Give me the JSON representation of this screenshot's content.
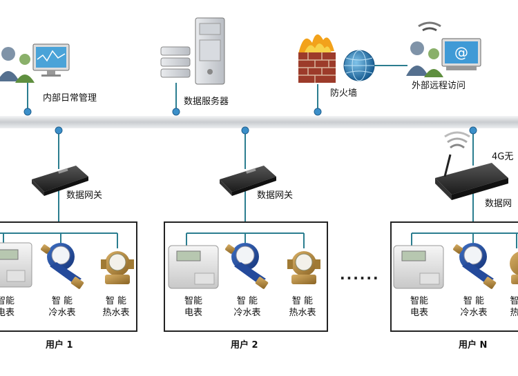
{
  "top": {
    "internal_mgmt": "内部日常管理",
    "data_server": "数据服务器",
    "firewall": "防火墙",
    "remote_access": "外部远程访问"
  },
  "gateways": {
    "g1": "数据网关",
    "g2": "数据网关",
    "g3": "数据网",
    "wireless": "4G无"
  },
  "groups": [
    {
      "name": "用户  1",
      "devices": [
        {
          "line1": "智能",
          "line2": "电表"
        },
        {
          "line1": "智  能",
          "line2": "冷水表"
        },
        {
          "line1": "智  能",
          "line2": "热水表"
        }
      ]
    },
    {
      "name": "用户  2",
      "devices": [
        {
          "line1": "智能",
          "line2": "电表"
        },
        {
          "line1": "智  能",
          "line2": "冷水表"
        },
        {
          "line1": "智  能",
          "line2": "热水表"
        }
      ]
    },
    {
      "name": "用户  N",
      "devices": [
        {
          "line1": "智能",
          "line2": "电表"
        },
        {
          "line1": "智  能",
          "line2": "冷水表"
        },
        {
          "line1": "智",
          "line2": "热"
        }
      ]
    }
  ],
  "ellipsis": "......",
  "colors": {
    "line": "#2a7d8f",
    "bus": "#d8dadc",
    "node": "#3b8fc9",
    "box": "#2a2a2a"
  }
}
